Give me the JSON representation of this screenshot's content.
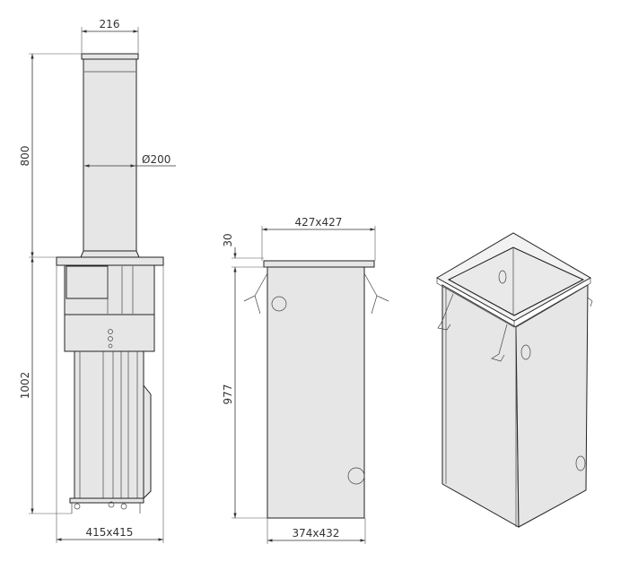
{
  "title": "Bollard dimensional drawing",
  "views": {
    "front": {
      "dims": {
        "top_width": "216",
        "diameter": "Ø200",
        "raised_height": "800",
        "body_height": "1002",
        "base": "415x415"
      }
    },
    "casing": {
      "dims": {
        "top": "427x427",
        "flange": "30",
        "height": "977",
        "base": "374x432"
      }
    }
  },
  "colors": {
    "line": "#222222",
    "fill": "#e6e6e6"
  }
}
